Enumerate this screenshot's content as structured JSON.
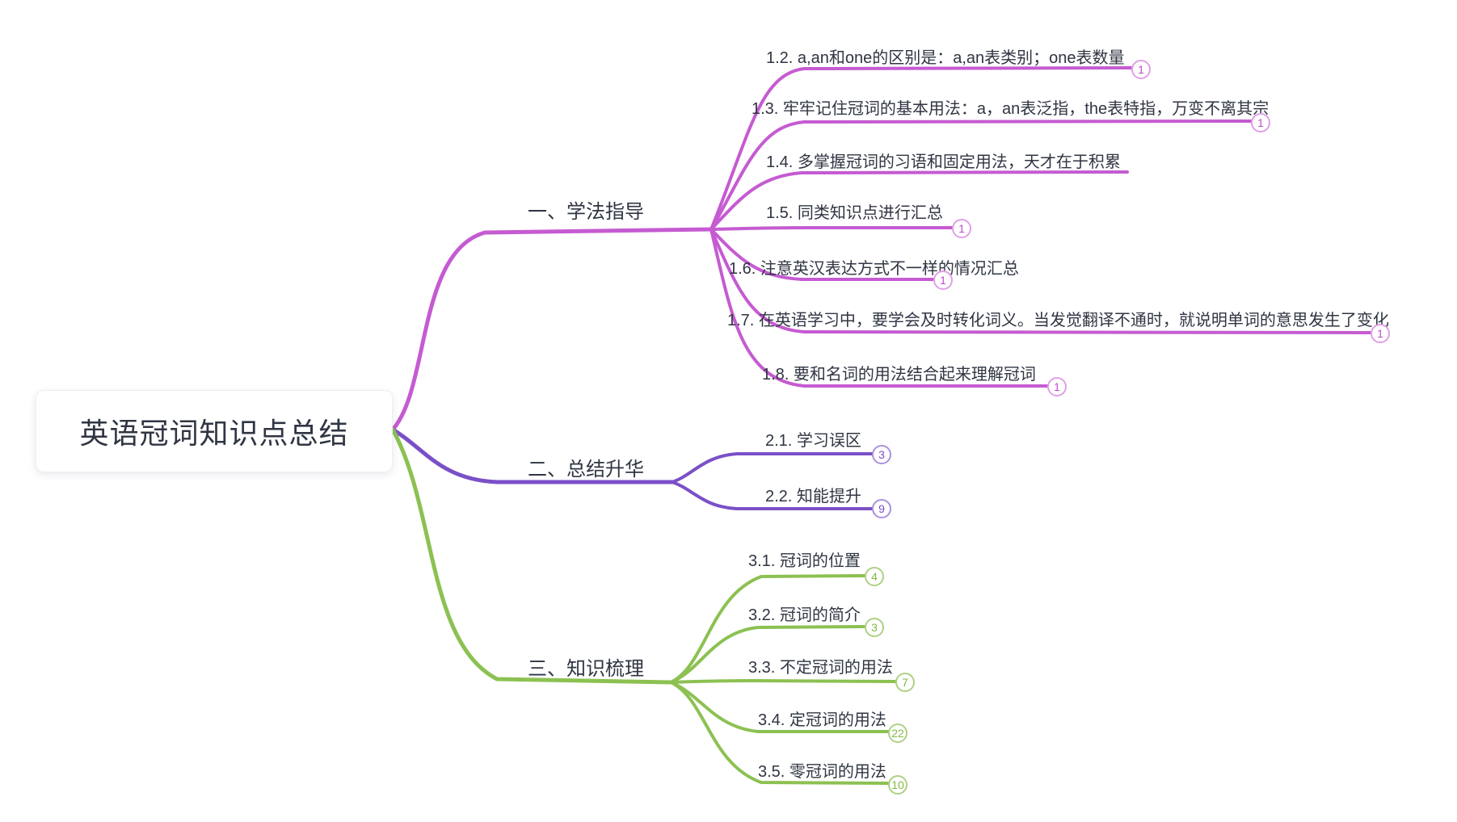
{
  "root": {
    "title": "英语冠词知识点总结"
  },
  "branches": [
    {
      "label": "一、学法指导",
      "color": "#c55bd1",
      "items": [
        {
          "label": "1.2. a,an和one的区别是：a,an表类别；one表数量",
          "count": "1"
        },
        {
          "label": "1.3. 牢牢记住冠词的基本用法：a，an表泛指，the表特指，万变不离其宗",
          "count": "1"
        },
        {
          "label": "1.4. 多掌握冠词的习语和固定用法，天才在于积累",
          "count": ""
        },
        {
          "label": "1.5. 同类知识点进行汇总",
          "count": "1"
        },
        {
          "label": "1.6. 注意英汉表达方式不一样的情况汇总",
          "count": "1"
        },
        {
          "label": "1.7. 在英语学习中，要学会及时转化词义。当发觉翻译不通时，就说明单词的意思发生了变化",
          "count": "1"
        },
        {
          "label": "1.8. 要和名词的用法结合起来理解冠词",
          "count": "1"
        }
      ]
    },
    {
      "label": "二、总结升华",
      "color": "#7a50c7",
      "items": [
        {
          "label": "2.1. 学习误区",
          "count": "3"
        },
        {
          "label": "2.2. 知能提升",
          "count": "9"
        }
      ]
    },
    {
      "label": "三、知识梳理",
      "color": "#8cc152",
      "items": [
        {
          "label": "3.1. 冠词的位置",
          "count": "4"
        },
        {
          "label": "3.2. 冠词的简介",
          "count": "3"
        },
        {
          "label": "3.3. 不定冠词的用法",
          "count": "7"
        },
        {
          "label": "3.4. 定冠词的用法",
          "count": "22"
        },
        {
          "label": "3.5. 零冠词的用法",
          "count": "10"
        }
      ]
    }
  ]
}
